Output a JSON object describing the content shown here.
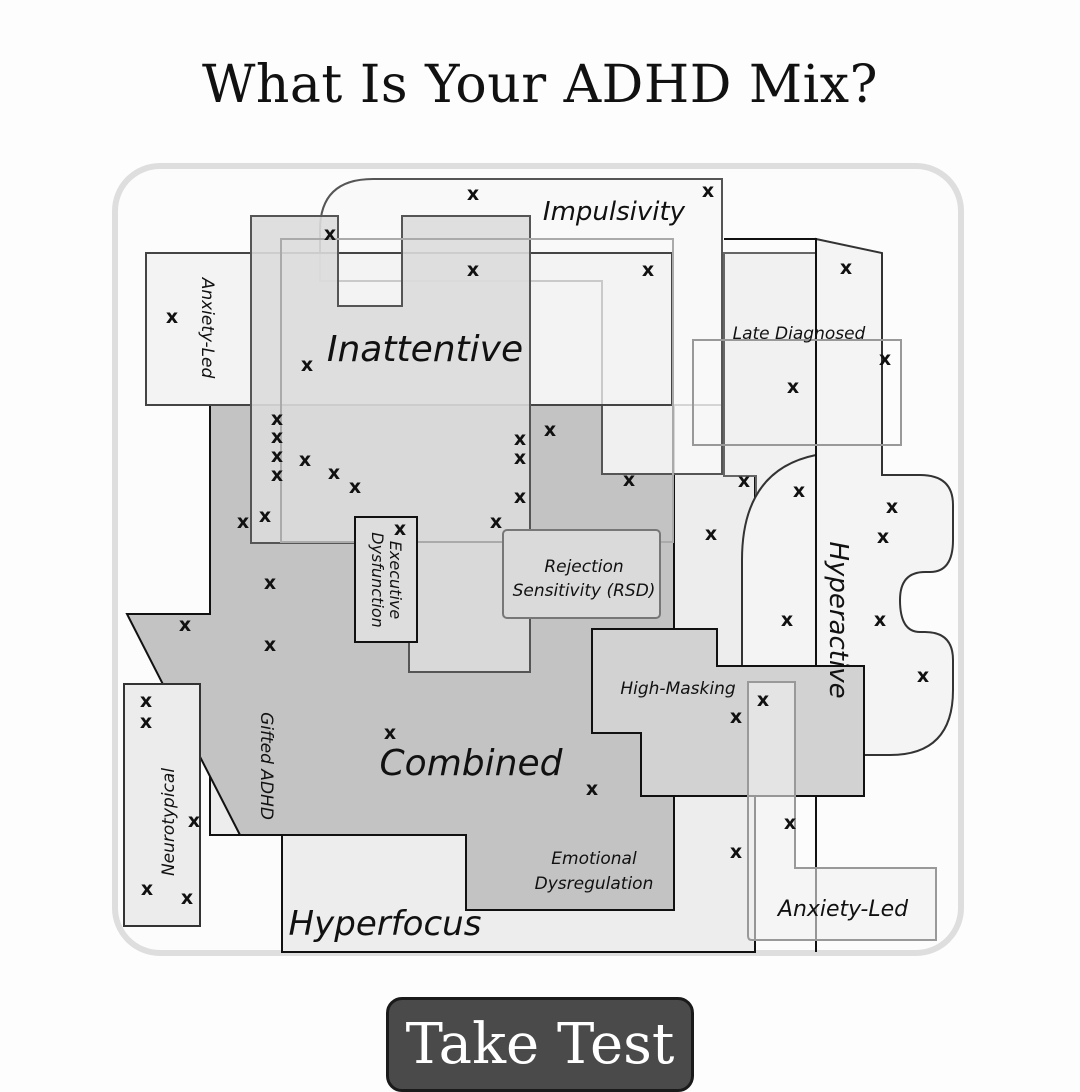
{
  "title": "What Is Your ADHD Mix?",
  "button_label": "Take Test",
  "labels": {
    "impulsivity": "Impulsivity",
    "inattentive": "Inattentive",
    "anxiety_led_left": "Anxiety-Led",
    "late_diagnosed": "Late Diagnosed",
    "executive_1": "Executive",
    "executive_2": "Dysfunction",
    "rsd_1": "Rejection",
    "rsd_2": "Sensitivity (RSD)",
    "hyperactive": "Hyperactive",
    "high_masking": "High-Masking",
    "gifted": "Gifted ADHD",
    "combined": "Combined",
    "neurotypical": "Neurotypical",
    "emotional_1": "Emotional",
    "emotional_2": "Dysregulation",
    "hyperfocus": "Hyperfocus",
    "anxiety_led_right": "Anxiety-Led"
  },
  "marker_glyph": "x"
}
